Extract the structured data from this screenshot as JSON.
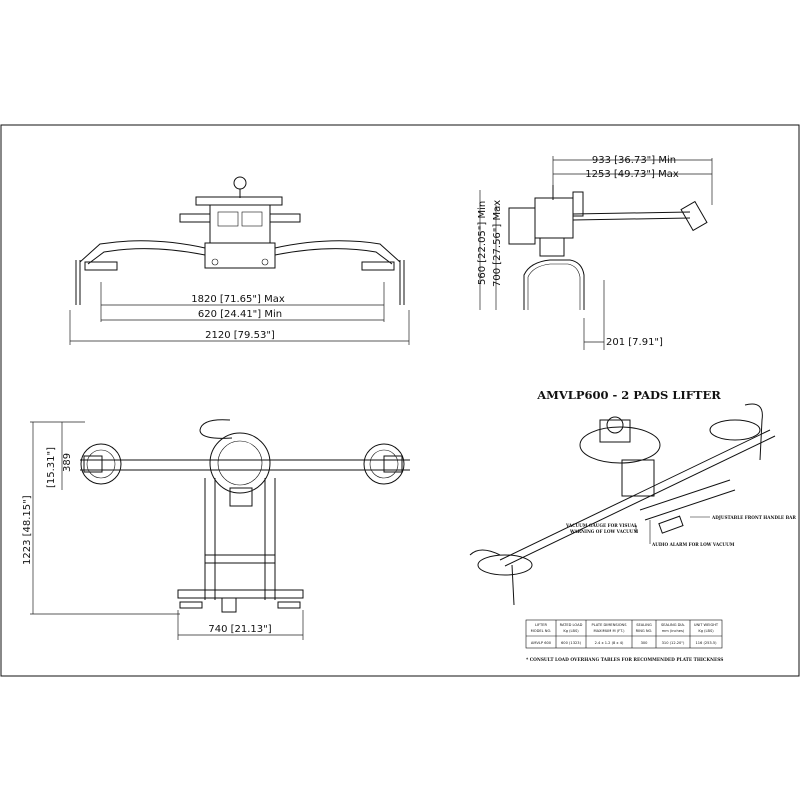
{
  "dimensions": {
    "front_max": "1820 [71.65\"] Max",
    "front_min": "620 [24.41\"] Min",
    "front_overall": "2120 [79.53\"]",
    "side_reach_min": "933 [36.73\"] Min",
    "side_reach_max": "1253 [49.73\"] Max",
    "side_height_min": "560 [22.05\"] Min",
    "side_height_max": "700 [27.56\"] Max",
    "side_base": "201 [7.91\"]",
    "plan_pad_offset": "389",
    "plan_pad_offset_in": "[15.31\"]",
    "plan_length": "1223 [48.15\"]",
    "plan_width": "740 [21.13\"]"
  },
  "iso": {
    "title": "AMVLP600 - 2 PADS LIFTER",
    "callout_bar": "ADJUSTABLE FRONT HANDLE BAR",
    "callout_gauge_1": "VACUUM GAUGE FOR VISUAL",
    "callout_gauge_2": "WARNING OF LOW VACUUM",
    "callout_alarm": "AUDIO ALARM FOR LOW VACUUM"
  },
  "spec_table": {
    "headers": [
      [
        "LIFTER",
        "MODEL NO."
      ],
      [
        "RATED LOAD",
        "Kg (LBS)"
      ],
      [
        "PLATE DIMENSIONS",
        "MAXIMUM M (FT.)"
      ],
      [
        "SEALING",
        "RING NO."
      ],
      [
        "SEALING DIA.",
        "mm (inches)"
      ],
      [
        "UNIT WEIGHT",
        "Kg (LBS)"
      ]
    ],
    "row": [
      "AMVLP 600",
      "600 (1323)",
      "2.4 x 1.2 (8 x 4)",
      "300",
      "310 (12.20\")",
      "116 (253.5)"
    ]
  },
  "note": "* CONSULT LOAD OVERHANG TABLES FOR RECOMMENDED PLATE THICKNESS"
}
